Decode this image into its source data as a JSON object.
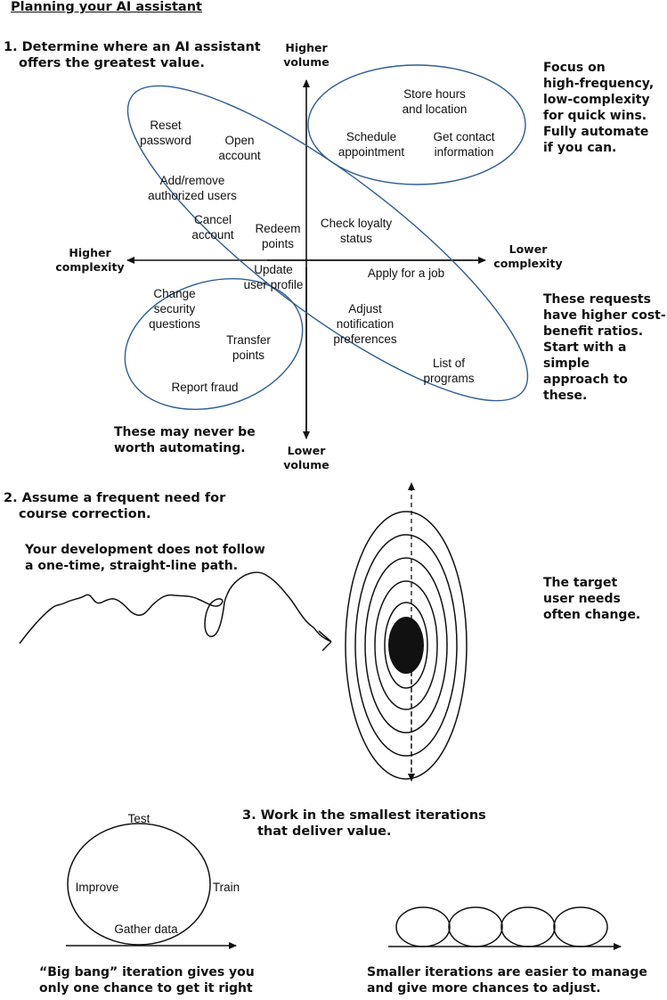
{
  "title": "Planning your AI assistant",
  "section1": {
    "heading_line1": "1. Determine where an AI assistant",
    "heading_line2": "offers the greatest value.",
    "axes": {
      "top_line1": "Higher",
      "top_line2": "volume",
      "bottom_line1": "Lower",
      "bottom_line2": "volume",
      "left_line1": "Higher",
      "left_line2": "complexity",
      "right_line1": "Lower",
      "right_line2": "complexity"
    },
    "items": {
      "reset_password_1": "Reset",
      "reset_password_2": "password",
      "open_account_1": "Open",
      "open_account_2": "account",
      "add_remove_1": "Add/remove",
      "add_remove_2": "authorized users",
      "cancel_account_1": "Cancel",
      "cancel_account_2": "account",
      "redeem_points_1": "Redeem",
      "redeem_points_2": "points",
      "store_hours_1": "Store hours",
      "store_hours_2": "and location",
      "schedule_1": "Schedule",
      "schedule_2": "appointment",
      "contact_1": "Get contact",
      "contact_2": "information",
      "loyalty_1": "Check loyalty",
      "loyalty_2": "status",
      "update_profile_1": "Update",
      "update_profile_2": "user profile",
      "apply_job": "Apply for a job",
      "change_security_1": "Change",
      "change_security_2": "security",
      "change_security_3": "questions",
      "transfer_points_1": "Transfer",
      "transfer_points_2": "points",
      "report_fraud": "Report fraud",
      "adjust_notif_1": "Adjust",
      "adjust_notif_2": "notification",
      "adjust_notif_3": "preferences",
      "list_programs_1": "List of",
      "list_programs_2": "programs"
    },
    "notes": {
      "focus": [
        "Focus on",
        "high-frequency,",
        "low-complexity",
        "for quick wins.",
        "Fully automate",
        "if you can."
      ],
      "cost_benefit": [
        "These requests",
        "have higher cost-",
        "benefit ratios.",
        "Start with a simple",
        "approach to these."
      ],
      "never": [
        "These may never be",
        "worth automating."
      ]
    }
  },
  "section2": {
    "heading_line1": "2. Assume a frequent need for",
    "heading_line2": "course correction.",
    "path_note_line1": "Your development does not follow",
    "path_note_line2": "a one-time, straight-line path.",
    "target_note": [
      "The target",
      "user needs",
      "often change."
    ]
  },
  "section3": {
    "heading_line1": "3. Work in the smallest iterations",
    "heading_line2": "that deliver value.",
    "cycle": {
      "top": "Test",
      "left": "Improve",
      "right": "Train",
      "bottom": "Gather data"
    },
    "big_bang_line1": "“Big bang” iteration gives you",
    "big_bang_line2": "only one chance to get it right",
    "smaller_line1": "Smaller iterations are easier to manage",
    "smaller_line2": "and give more chances to adjust."
  }
}
